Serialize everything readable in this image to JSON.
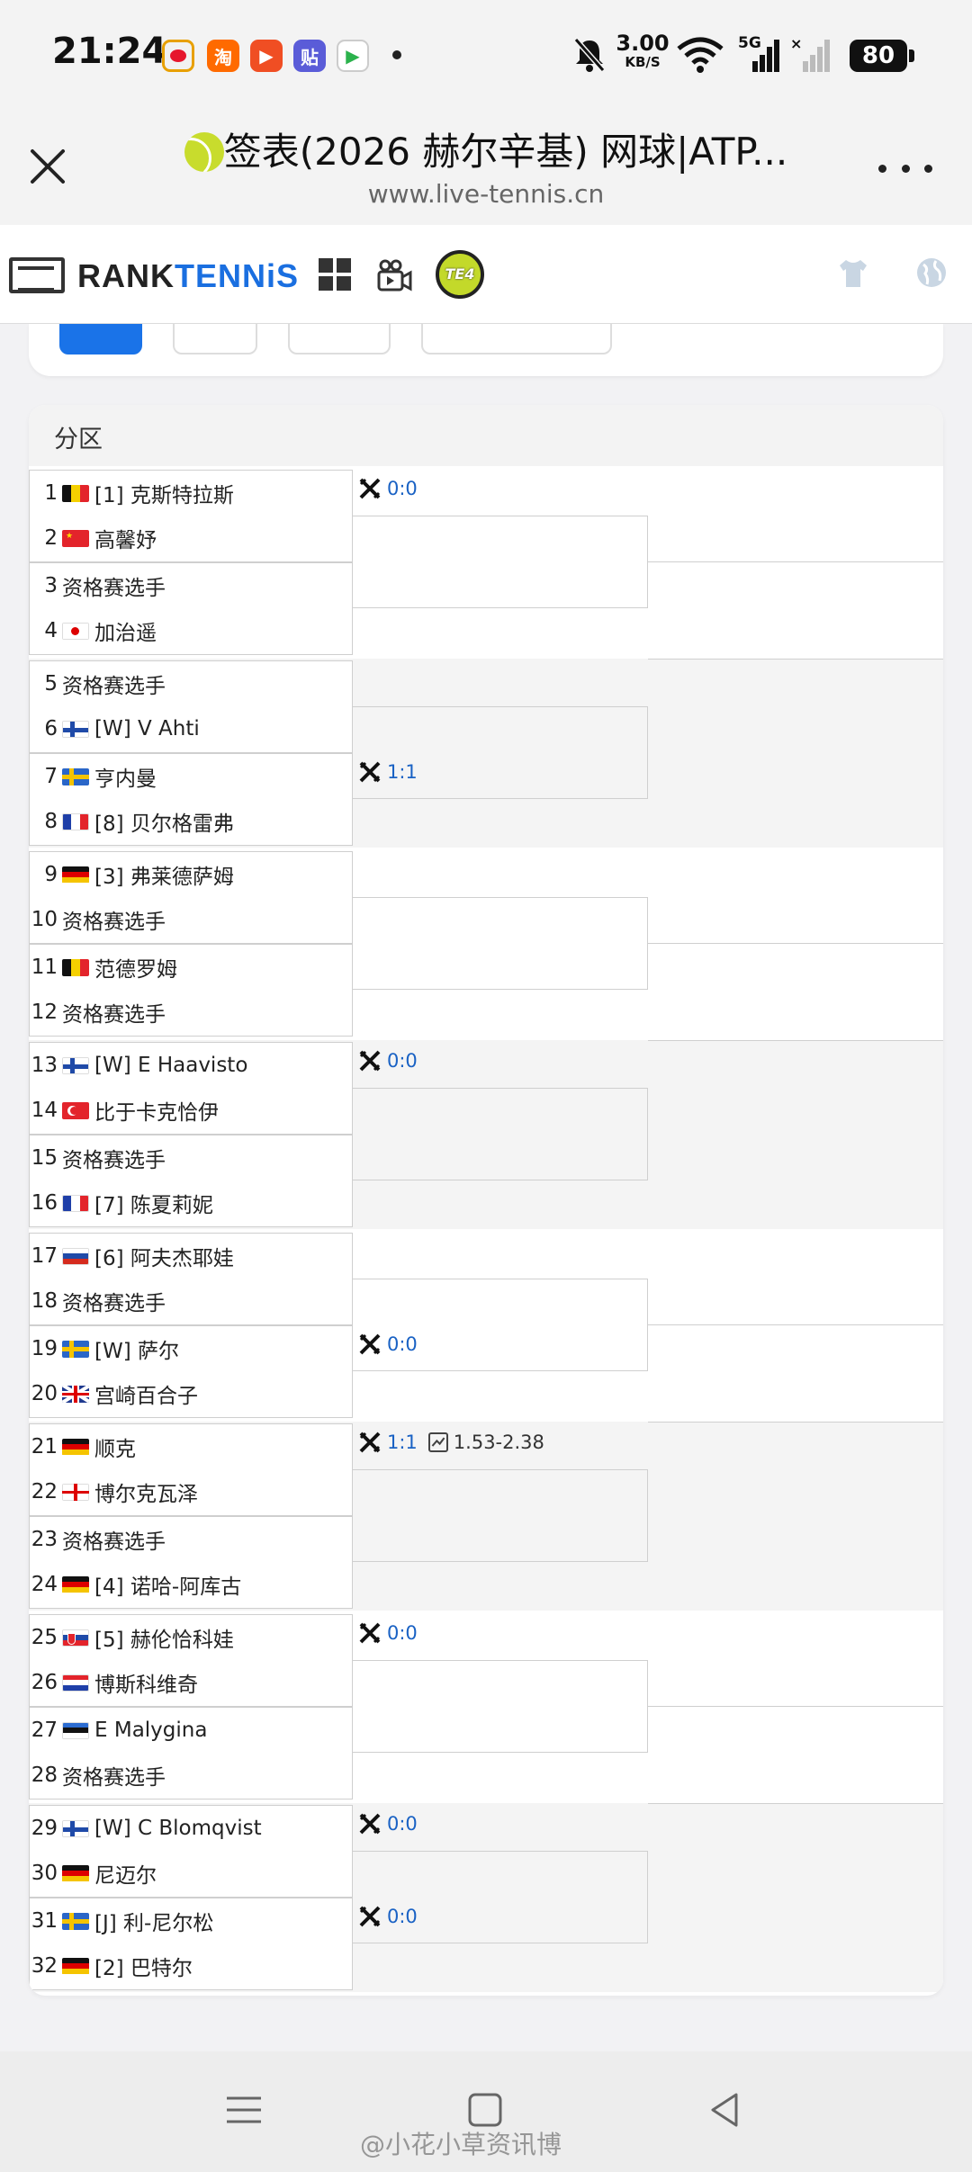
{
  "status": {
    "time": "21:24",
    "net_speed_value": "3.00",
    "net_speed_unit": "KB/S",
    "network": "5G",
    "battery": "80"
  },
  "browser": {
    "title": "签表(2026 赫尔辛基) 网球|ATP...",
    "url": "www.live-tennis.cn"
  },
  "site": {
    "name_part1": "RANK",
    "name_part2": "TENN",
    "name_accent": "i",
    "name_part3": "S",
    "te_badge": "TE4"
  },
  "section_label": "分区",
  "quarters": [
    {
      "matches": [
        {
          "players": [
            {
              "seed": "1",
              "flag": "be",
              "name": "[1] 克斯特拉斯"
            },
            {
              "seed": "2",
              "flag": "cn",
              "name": "高馨妤"
            }
          ]
        },
        {
          "players": [
            {
              "seed": "3",
              "flag": "",
              "name": "资格赛选手"
            },
            {
              "seed": "4",
              "flag": "jp",
              "name": "加治遥"
            }
          ]
        }
      ]
    },
    {
      "matches": [
        {
          "players": [
            {
              "seed": "5",
              "flag": "",
              "name": "资格赛选手"
            },
            {
              "seed": "6",
              "flag": "fi",
              "name": "[W] V Ahti"
            }
          ]
        },
        {
          "players": [
            {
              "seed": "7",
              "flag": "se",
              "name": "亨内曼"
            },
            {
              "seed": "8",
              "flag": "fr",
              "name": "[8] 贝尔格雷弗"
            }
          ]
        }
      ]
    },
    {
      "matches": [
        {
          "players": [
            {
              "seed": "9",
              "flag": "de",
              "name": "[3] 弗莱德萨姆"
            },
            {
              "seed": "10",
              "flag": "",
              "name": "资格赛选手"
            }
          ]
        },
        {
          "players": [
            {
              "seed": "11",
              "flag": "be",
              "name": "范德罗姆"
            },
            {
              "seed": "12",
              "flag": "",
              "name": "资格赛选手"
            }
          ]
        }
      ]
    },
    {
      "matches": [
        {
          "players": [
            {
              "seed": "13",
              "flag": "fi",
              "name": "[W] E Haavisto"
            },
            {
              "seed": "14",
              "flag": "tr",
              "name": "比于卡克恰伊"
            }
          ]
        },
        {
          "players": [
            {
              "seed": "15",
              "flag": "",
              "name": "资格赛选手"
            },
            {
              "seed": "16",
              "flag": "fr",
              "name": "[7] 陈夏莉妮"
            }
          ]
        }
      ]
    },
    {
      "matches": [
        {
          "players": [
            {
              "seed": "17",
              "flag": "ru",
              "name": "[6] 阿夫杰耶娃"
            },
            {
              "seed": "18",
              "flag": "",
              "name": "资格赛选手"
            }
          ]
        },
        {
          "players": [
            {
              "seed": "19",
              "flag": "se",
              "name": "[W] 萨尔"
            },
            {
              "seed": "20",
              "flag": "gb",
              "name": "宫崎百合子"
            }
          ]
        }
      ]
    },
    {
      "matches": [
        {
          "players": [
            {
              "seed": "21",
              "flag": "de",
              "name": "顺克"
            },
            {
              "seed": "22",
              "flag": "ge",
              "name": "博尔克瓦泽"
            }
          ]
        },
        {
          "players": [
            {
              "seed": "23",
              "flag": "",
              "name": "资格赛选手"
            },
            {
              "seed": "24",
              "flag": "de",
              "name": "[4] 诺哈-阿库古"
            }
          ]
        }
      ]
    },
    {
      "matches": [
        {
          "players": [
            {
              "seed": "25",
              "flag": "sk",
              "name": "[5] 赫伦恰科娃"
            },
            {
              "seed": "26",
              "flag": "hr",
              "name": "博斯科维奇"
            }
          ]
        },
        {
          "players": [
            {
              "seed": "27",
              "flag": "ee",
              "name": "E Malygina"
            },
            {
              "seed": "28",
              "flag": "",
              "name": "资格赛选手"
            }
          ]
        }
      ]
    },
    {
      "matches": [
        {
          "players": [
            {
              "seed": "29",
              "flag": "fi",
              "name": "[W] C Blomqvist"
            },
            {
              "seed": "30",
              "flag": "de",
              "name": "尼迈尔"
            }
          ]
        },
        {
          "players": [
            {
              "seed": "31",
              "flag": "se",
              "name": "[J] 利-尼尔松"
            },
            {
              "seed": "32",
              "flag": "de",
              "name": "[2] 巴特尔"
            }
          ]
        }
      ]
    }
  ],
  "h2h": [
    {
      "quarter": 0,
      "match": 0,
      "score": "0:0",
      "odds": ""
    },
    {
      "quarter": 1,
      "match": 1,
      "score": "1:1",
      "odds": ""
    },
    {
      "quarter": 3,
      "match": 0,
      "score": "0:0",
      "odds": ""
    },
    {
      "quarter": 4,
      "match": 1,
      "score": "0:0",
      "odds": ""
    },
    {
      "quarter": 5,
      "match": 0,
      "score": "1:1",
      "odds": "1.53-2.38"
    },
    {
      "quarter": 6,
      "match": 0,
      "score": "0:0",
      "odds": ""
    },
    {
      "quarter": 7,
      "match": 0,
      "score": "0:0",
      "odds": ""
    },
    {
      "quarter": 7,
      "match": 1,
      "score": "0:0",
      "odds": ""
    }
  ],
  "watermark": "@小花小草资讯博",
  "colors": {
    "accent": "#1a73e8",
    "link": "#1a62c4",
    "ball": "#c8dc2d"
  }
}
